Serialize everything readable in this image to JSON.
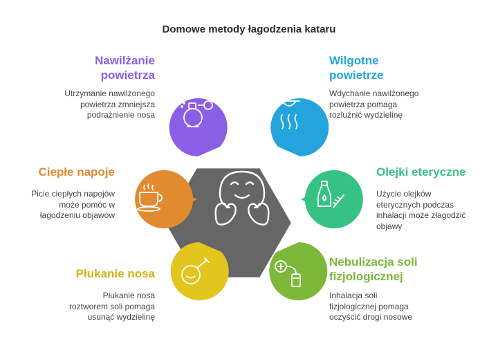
{
  "title": "Domowe metody łagodzenia kataru",
  "colors": {
    "center": "#666666",
    "purple": "#8a5fe6",
    "blue": "#23a4dd",
    "green": "#36c284",
    "lime": "#7cb83a",
    "yellow": "#e2c51d",
    "orange": "#e28a30"
  },
  "items": [
    {
      "id": "humidification",
      "heading": [
        "Nawilżanie",
        "powietrza"
      ],
      "description": [
        "Utrzymanie nawilżonego",
        "powietrza zmniejsza",
        "podrażnienie nosa"
      ],
      "icon": "humidifier-icon",
      "color": "#8a5fe6"
    },
    {
      "id": "moist-air",
      "heading": [
        "Wilgotne",
        "powietrze"
      ],
      "description": [
        "Wdychanie nawilżonego",
        "powietrza pomaga",
        "rozluźnić wydzielinę"
      ],
      "icon": "steam-icon",
      "color": "#23a4dd"
    },
    {
      "id": "warm-drinks",
      "heading": [
        "Ciepłe napoje"
      ],
      "description": [
        "Picie ciepłych napojów",
        "może pomóc w",
        "łagodzeniu objawów"
      ],
      "icon": "hot-cup-icon",
      "color": "#e28a30"
    },
    {
      "id": "essential-oils",
      "heading": [
        "Olejki eteryczne"
      ],
      "description": [
        "Użycie olejków",
        "eterycznych podczas",
        "inhalacji może złagodzić",
        "objawy"
      ],
      "icon": "oil-bottle-icon",
      "color": "#36c284"
    },
    {
      "id": "nasal-rinse",
      "heading": [
        "Płukanie nosa"
      ],
      "description": [
        "Płukanie nosa",
        "roztworem soli pomaga",
        "usunąć wydzielinę"
      ],
      "icon": "nasal-bulb-icon",
      "color": "#e2c51d"
    },
    {
      "id": "nebulization",
      "heading": [
        "Nebulizacja soli",
        "fizjologicznej"
      ],
      "description": [
        "Inhalacja soli",
        "fizjologicznej pomaga",
        "oczyścić drogi nosowe"
      ],
      "icon": "nebulizer-icon",
      "color": "#7cb83a"
    }
  ]
}
